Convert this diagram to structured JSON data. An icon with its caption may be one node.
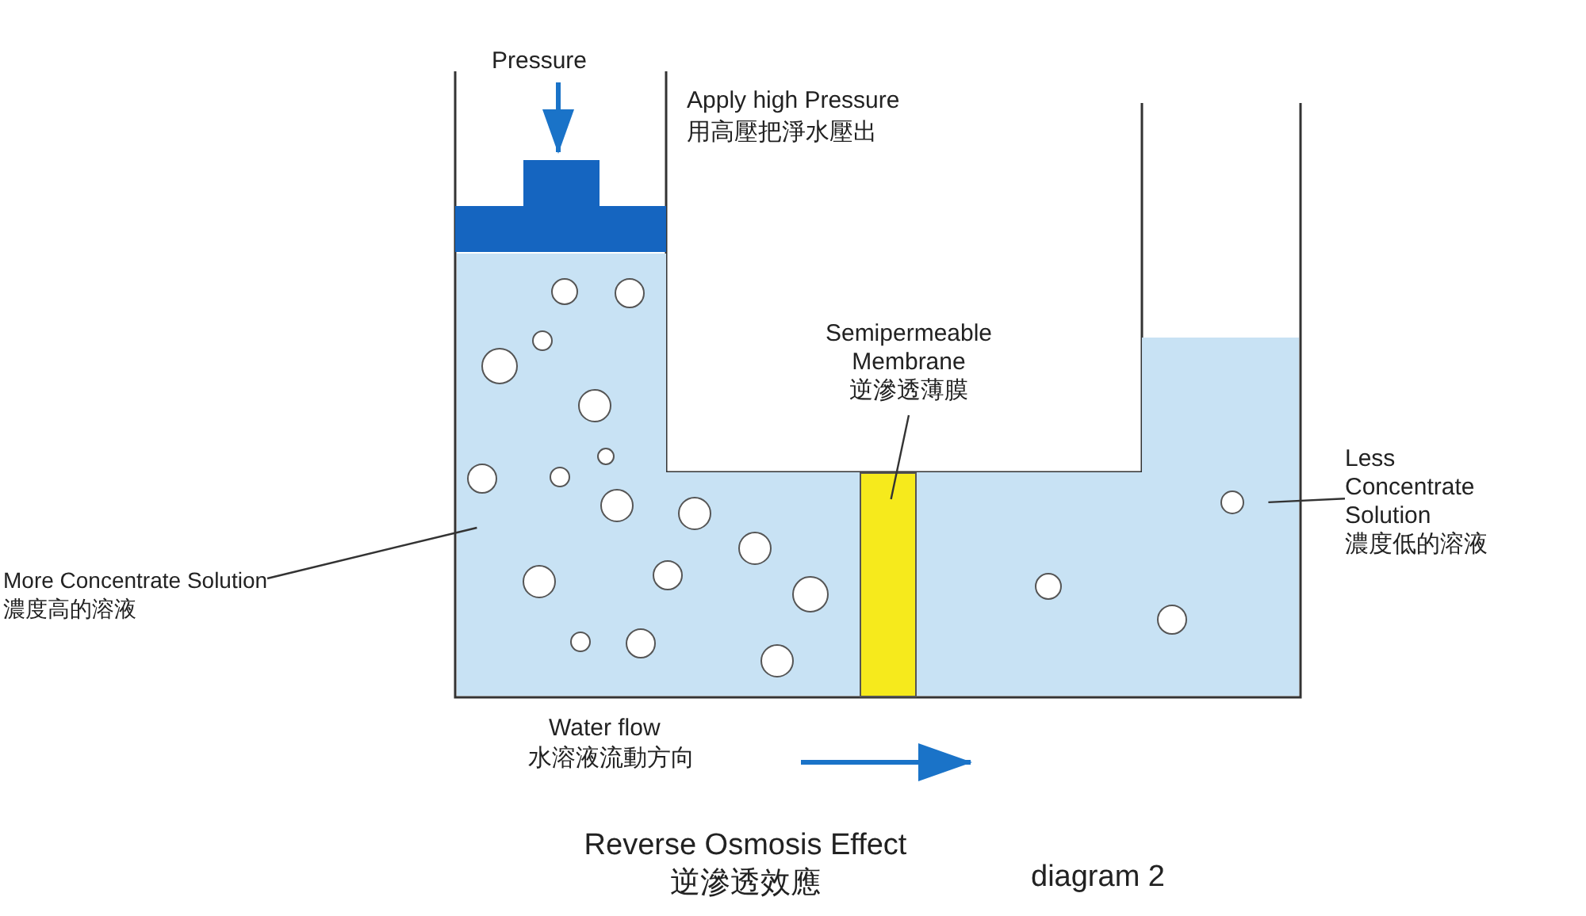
{
  "diagram": {
    "title": "Reverse Osmosis Effect 逆滲透效應",
    "nodes": [
      {
        "text": [
          "More Concentrate Solution",
          "濃度高的溶液"
        ]
      },
      {
        "text": [],
        "shape": "box"
      },
      {
        "text": [
          "Semipermeable Membrane",
          "逆滲透薄膜"
        ]
      },
      {
        "text": [],
        "shape": "bar"
      },
      {
        "text": [
          "Less Concentrate Solution",
          "濃度低的溶液"
        ]
      },
      {
        "text": [],
        "shape": "box"
      }
    ],
    "edges": [
      {
        "from": 0,
        "to": 1,
        "arrow": "none"
      },
      {
        "from": 2,
        "to": 3,
        "arrow": "none"
      },
      {
        "from": 4,
        "to": 5,
        "arrow": "none"
      }
    ],
    "labels": [
      "Pressure",
      "Apply high Pressure",
      "用高壓把淨水壓出",
      "Water flow",
      "水溶液流動方向",
      "diagram 2"
    ]
  }
}
